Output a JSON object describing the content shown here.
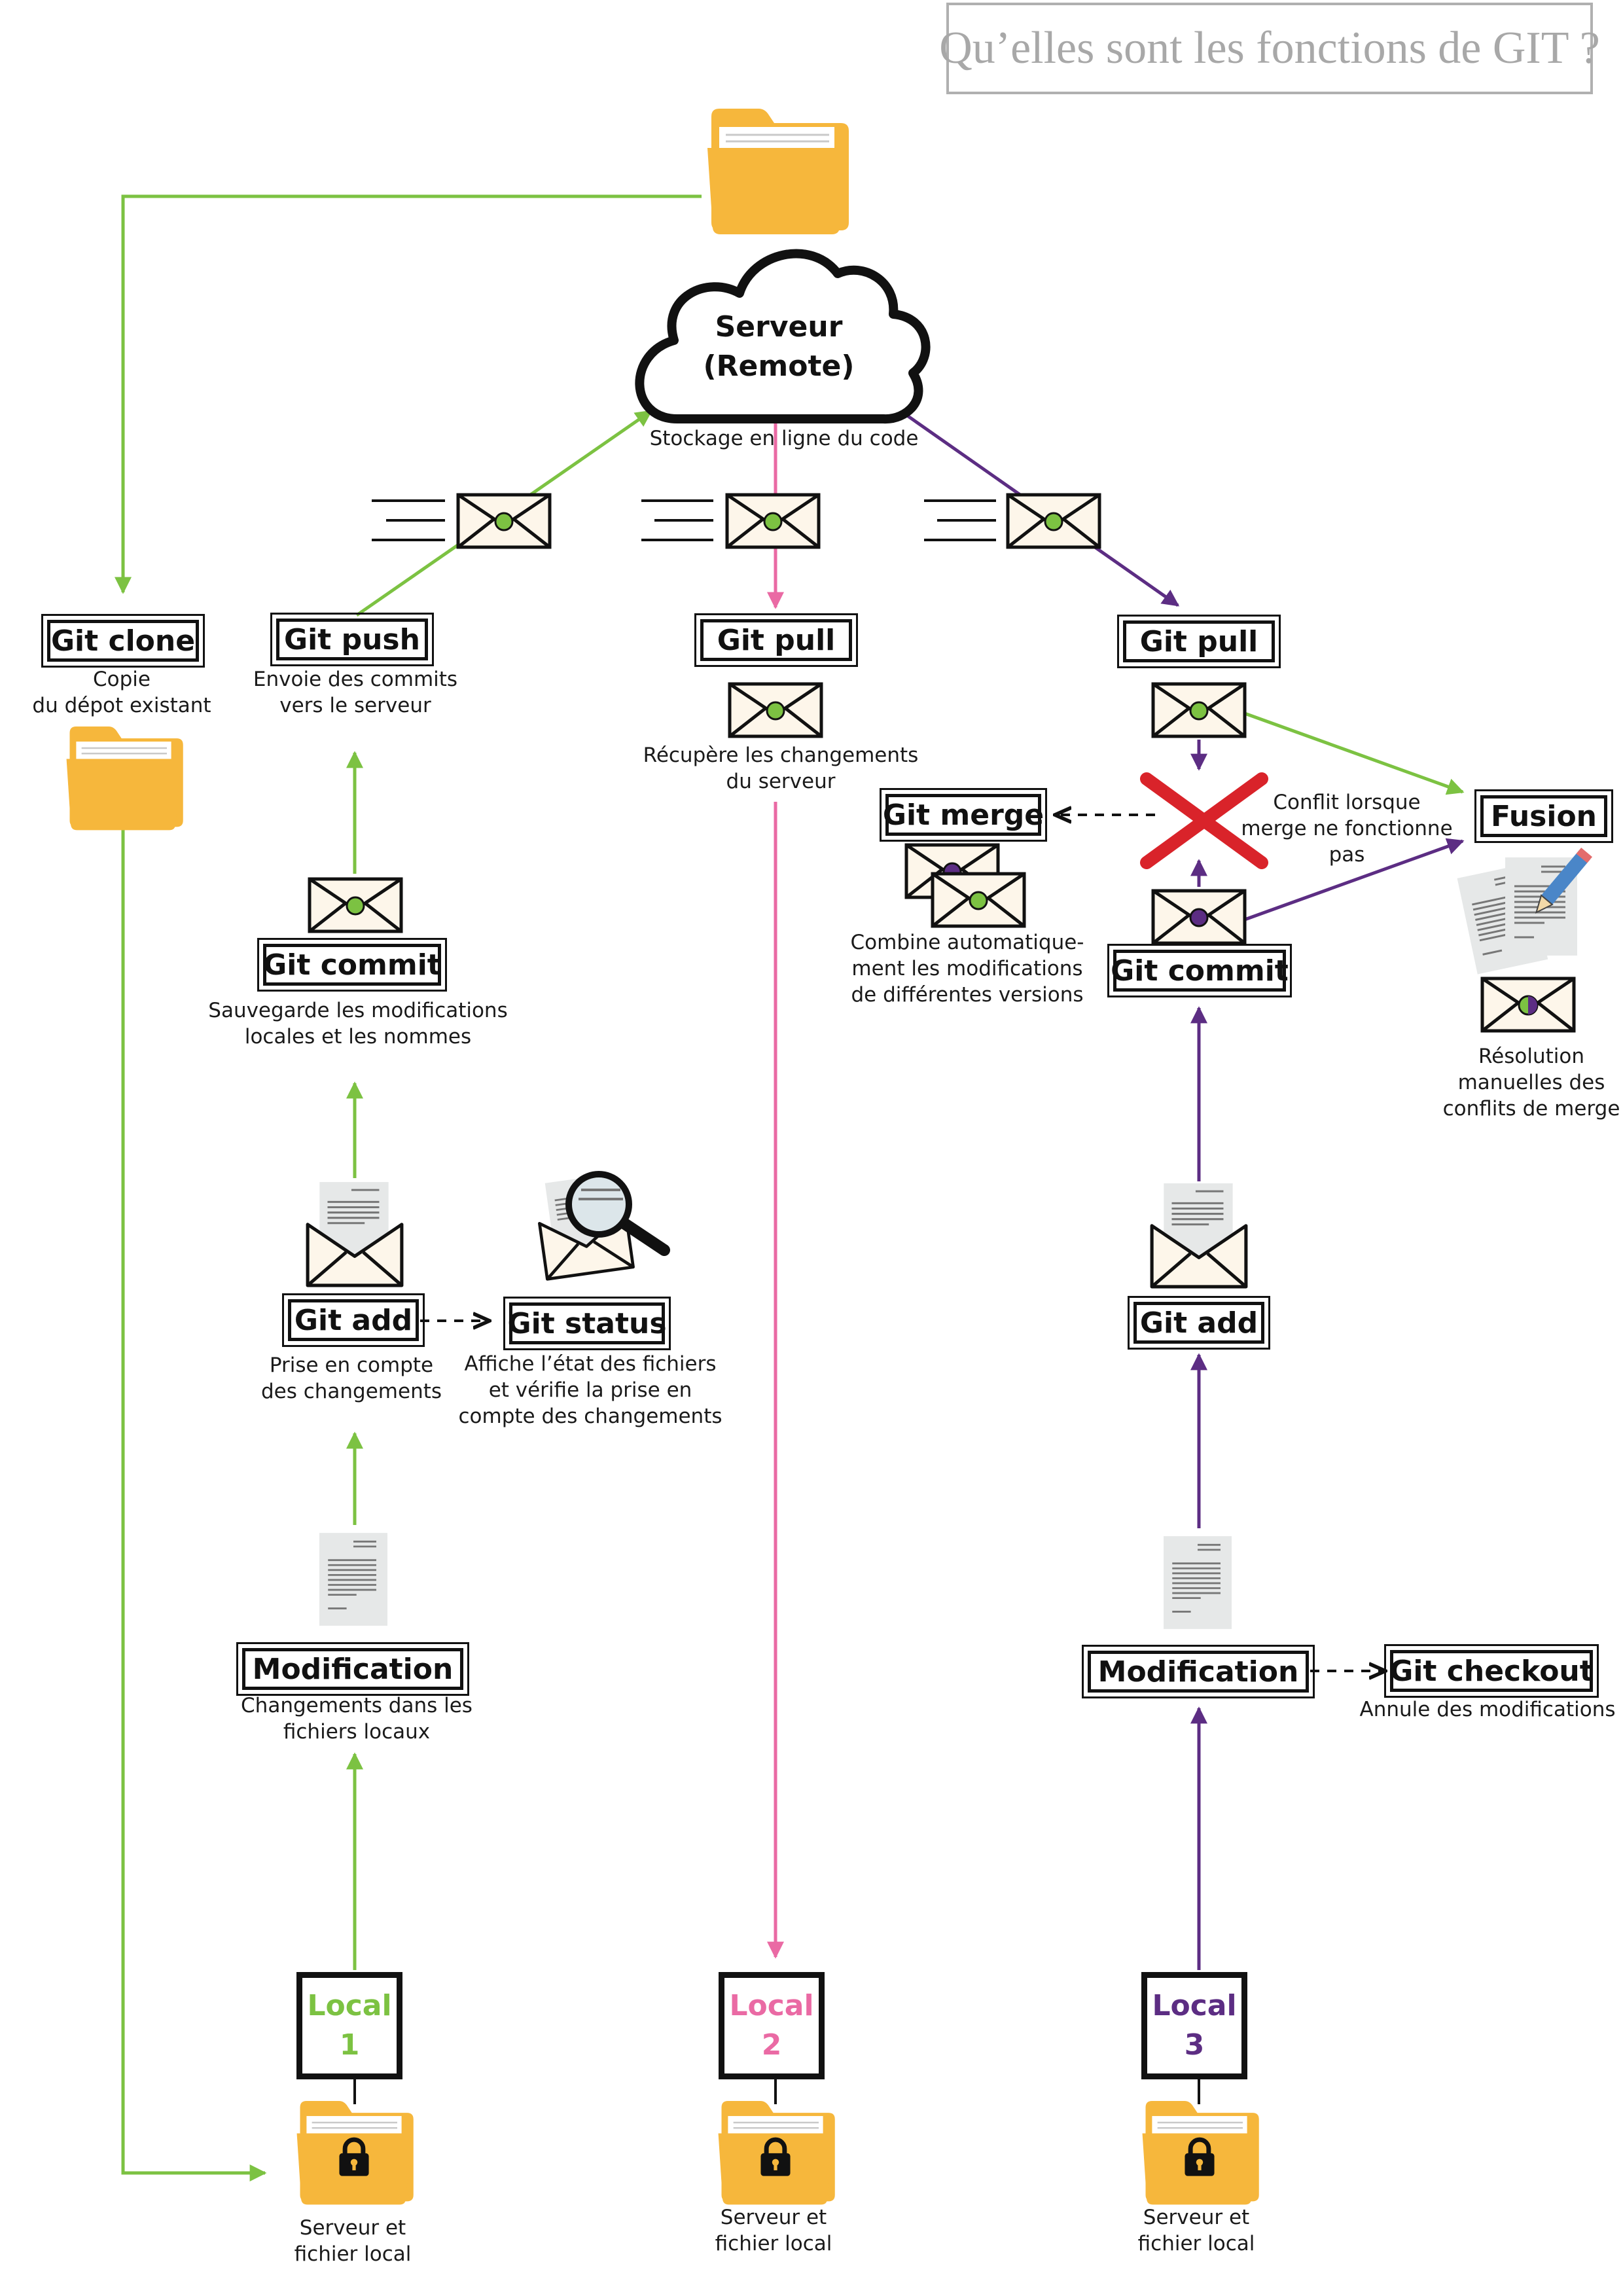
{
  "title": "Qu’elles sont les fonctions de GIT ?",
  "server": {
    "label_line1": "Serveur",
    "label_line2": "(Remote)",
    "description": "Stockage en ligne du code"
  },
  "commands": {
    "git_clone": {
      "label": "Git clone",
      "desc_line1": "Copie",
      "desc_line2": "du dépot existant"
    },
    "git_push": {
      "label": "Git push",
      "desc_line1": "Envoie des commits",
      "desc_line2": "vers le serveur"
    },
    "git_commit_1": {
      "label": "Git commit",
      "desc_line1": "Sauvegarde les modifications",
      "desc_line2": "locales et les nommes"
    },
    "git_add_1": {
      "label": "Git add",
      "desc_line1": "Prise en compte",
      "desc_line2": "des changements"
    },
    "git_status": {
      "label": "Git status",
      "desc_line1": "Affiche l’état des fichiers",
      "desc_line2": "et vérifie la prise en",
      "desc_line3": "compte des changements"
    },
    "modification_1": {
      "label": "Modification",
      "desc_line1": "Changements dans les",
      "desc_line2": "fichiers locaux"
    },
    "git_pull_2": {
      "label": "Git pull",
      "desc_line1": "Récupère les changements",
      "desc_line2": "du serveur"
    },
    "git_pull_3": {
      "label": "Git pull"
    },
    "git_merge": {
      "label": "Git merge",
      "desc_line1": "Combine automatique-",
      "desc_line2": "ment les modifications",
      "desc_line3": "de différentes versions"
    },
    "fusion": {
      "label": "Fusion",
      "desc_line1": "Résolution",
      "desc_line2": "manuelles des",
      "desc_line3": "conflits de merge"
    },
    "git_commit_3": {
      "label": "Git commit"
    },
    "git_add_3": {
      "label": "Git add"
    },
    "modification_3": {
      "label": "Modification"
    },
    "git_checkout": {
      "label": "Git checkout",
      "desc_line1": "Annule des modifications"
    }
  },
  "conflict": {
    "line1": "Conflit lorsque",
    "line2": "merge ne fonctionne",
    "line3": "pas"
  },
  "locals": [
    {
      "word": "Local",
      "number": "1",
      "color": "#7cc242",
      "folder_line1": "Serveur et",
      "folder_line2": "fichier local"
    },
    {
      "word": "Local",
      "number": "2",
      "color": "#ea6aa4",
      "folder_line1": "Serveur et",
      "folder_line2": "fichier local"
    },
    {
      "word": "Local",
      "number": "3",
      "color": "#5c2d83",
      "folder_line1": "Serveur et",
      "folder_line2": "fichier local"
    }
  ],
  "colors": {
    "green": "#7cc242",
    "pink": "#ea6aa4",
    "purple": "#5c2d83",
    "folder": "#f6b73c",
    "conflict_red": "#d9232a",
    "envelope": "#fdf6ea"
  },
  "icons": [
    "folder-icon",
    "cloud-icon",
    "envelope-icon",
    "document-icon",
    "magnifier-icon",
    "pencil-icon",
    "lock-icon",
    "cross-icon"
  ]
}
